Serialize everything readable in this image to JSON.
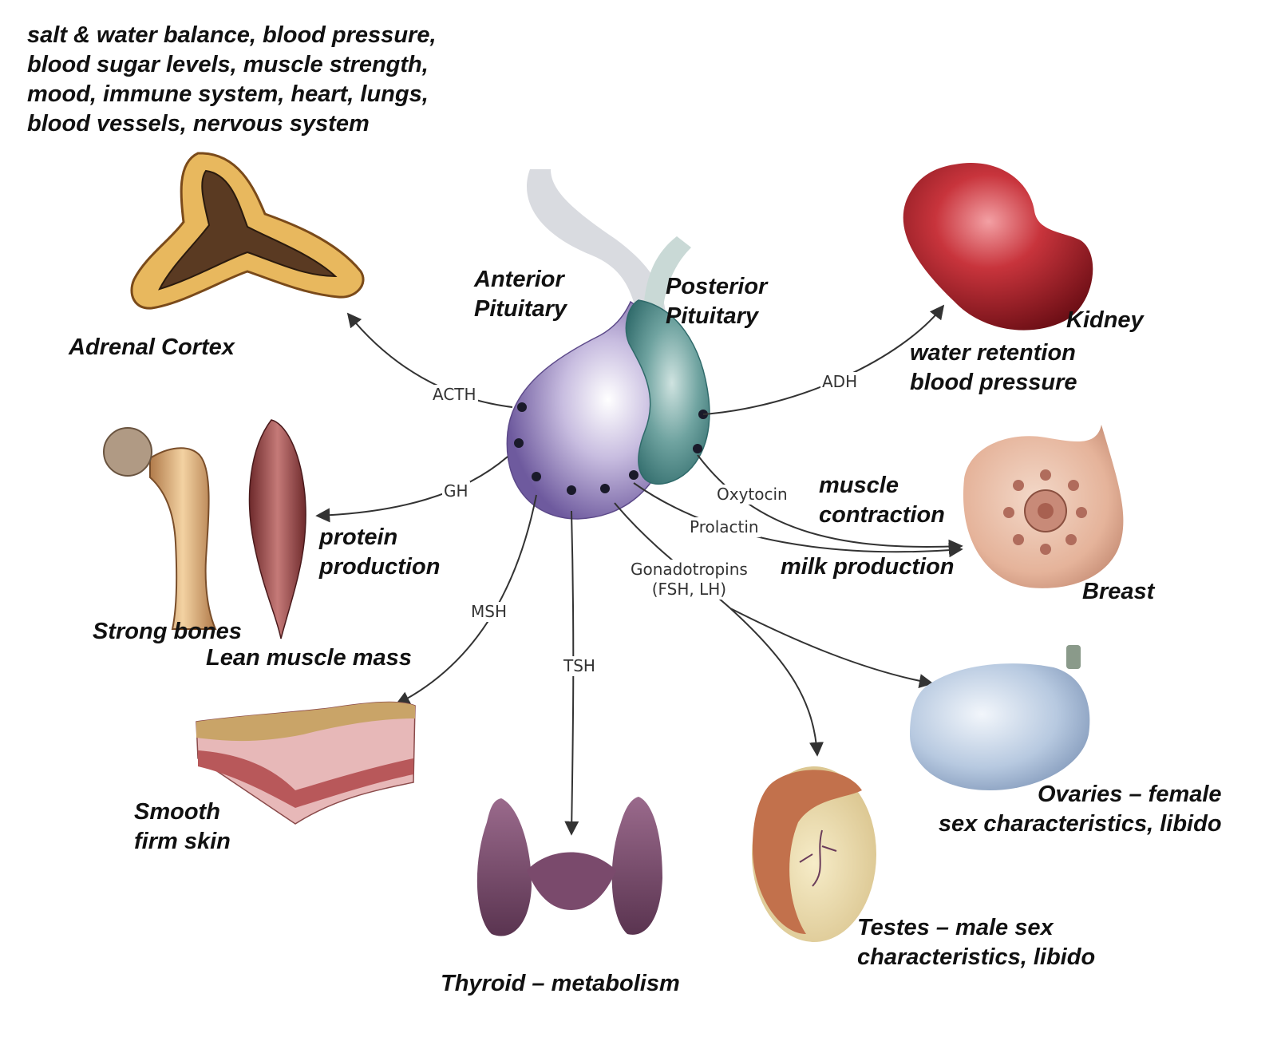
{
  "colors": {
    "anterior_lobe": "#8a76b8",
    "posterior_lobe": "#4f8c8c",
    "arrow": "#333333",
    "text": "#111111",
    "hormone_text": "#333333"
  },
  "gland": {
    "anterior_label": [
      "Anterior",
      "Pituitary"
    ],
    "posterior_label": [
      "Posterior",
      "Pituitary"
    ]
  },
  "top_note": [
    "salt & water balance, blood pressure,",
    "blood sugar levels, muscle strength,",
    "mood, immune system, heart, lungs,",
    "blood vessels, nervous system"
  ],
  "hormones": {
    "acth": "ACTH",
    "gh": "GH",
    "msh": "MSH",
    "tsh": "TSH",
    "adh": "ADH",
    "oxytocin": "Oxytocin",
    "prolactin": "Prolactin",
    "gonadotropins": [
      "Gonadotropins",
      "(FSH, LH)"
    ]
  },
  "targets": {
    "adrenal": {
      "name": "Adrenal Cortex",
      "icon": "adrenal-cortex-icon"
    },
    "kidney": {
      "name": "Kidney",
      "effect": [
        "water retention",
        "blood pressure"
      ],
      "icon": "kidney-icon"
    },
    "breast": {
      "name": "Breast",
      "icon": "breast-icon",
      "effect_oxytocin": [
        "muscle",
        "contraction"
      ],
      "effect_prolactin": "milk production"
    },
    "bone": {
      "name": "Strong bones",
      "icon": "bone-icon"
    },
    "muscle": {
      "name": "Lean muscle mass",
      "icon": "muscle-icon",
      "effect": [
        "protein",
        "production"
      ]
    },
    "skin": {
      "name": [
        "Smooth",
        "firm skin"
      ],
      "icon": "skin-icon"
    },
    "thyroid": {
      "name": "Thyroid – metabolism",
      "icon": "thyroid-icon"
    },
    "testes": {
      "name": [
        "Testes – male sex",
        "characteristics, libido"
      ],
      "icon": "testes-icon"
    },
    "ovaries": {
      "name": [
        "Ovaries – female",
        "sex characteristics, libido"
      ],
      "icon": "ovaries-icon"
    }
  }
}
